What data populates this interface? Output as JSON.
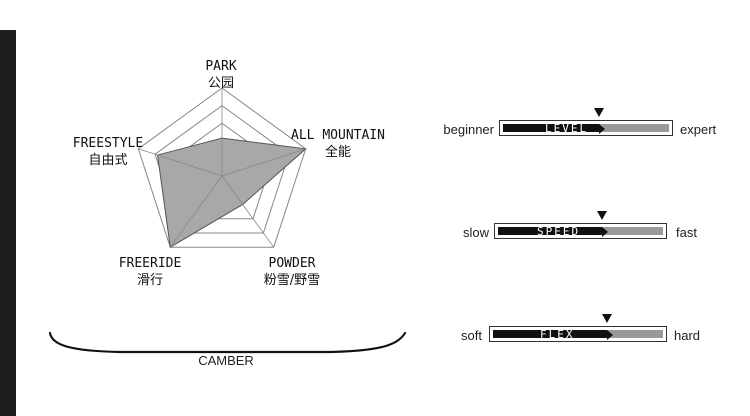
{
  "radar": {
    "axes": [
      {
        "label": "PARK",
        "label_cn": "公园",
        "value": 0.43
      },
      {
        "label": "ALL MOUNTAIN",
        "label_cn": "全能",
        "value": 1.0
      },
      {
        "label": "POWDER",
        "label_cn": "粉雪/野雪",
        "value": 0.4
      },
      {
        "label": "FREERIDE",
        "label_cn": "滑行",
        "value": 1.0
      },
      {
        "label": "FREESTYLE",
        "label_cn": "自由式",
        "value": 0.77
      }
    ],
    "levels": 5,
    "fill_color": "#a8a8a8",
    "line_color": "#888888"
  },
  "camber": {
    "label": "CAMBER"
  },
  "meters": [
    {
      "name": "LEVEL",
      "left": "beginner",
      "right": "expert",
      "value": 0.58
    },
    {
      "name": "SPEED",
      "left": "slow",
      "right": "fast",
      "value": 0.63
    },
    {
      "name": "FLEX",
      "left": "soft",
      "right": "hard",
      "value": 0.67
    }
  ],
  "colors": {
    "bar_dark": "#111111",
    "bar_track": "#999999",
    "sidebar": "#1e1e1e"
  }
}
